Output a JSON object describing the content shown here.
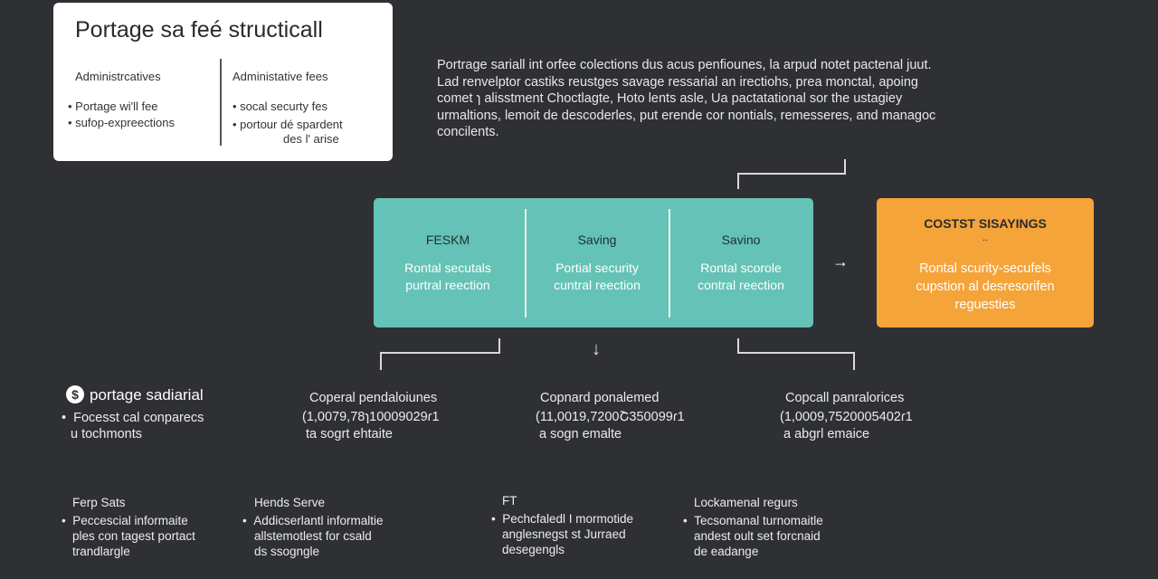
{
  "card": {
    "title": "Portage sa feé structicall",
    "left_heading": "Administrcatives",
    "left_items": [
      "Portage wi'll fee",
      "sufop-expreections"
    ],
    "right_heading": "Administative fees",
    "right_items": [
      "socal securty fes",
      "portour dé spardent"
    ],
    "right_item_cont": "des l' arise"
  },
  "paragraph": "Portrage sariall int orfee colections dus acus penfiounes, la arpud notet pactenal juut. Lad renvelptor castiks reustges savage ressarial an irectiohs, prea monctal, apoing comet ɿ alisstment Choctlagte, Hoto lents asle, Ua pactatational sor the ustagiey urmaltions, lemoit de descoderles, put erende cor nontials, remesseres, and managoc concilents.",
  "teal": {
    "cols": [
      {
        "head": "FESKM",
        "line1": "Rontal secutals",
        "line2": "purtral reection"
      },
      {
        "head": "Saving",
        "line1": "Portial security",
        "line2": "cuntral reection"
      },
      {
        "head": "Savino",
        "line1": "Rontal scorole",
        "line2": "contral reection"
      }
    ]
  },
  "orange": {
    "head": "COSTST SISAYINGS",
    "dot": "..",
    "lines": [
      "Rontal scurity-secufels",
      "cupstion al desresorifen",
      "reguesties"
    ]
  },
  "arrow": "→",
  "down_arrow": "↓",
  "left_section": {
    "icon": "$",
    "title": "portage sadiarial",
    "items": [
      "Focesst cal conparecs"
    ],
    "item_cont": "u tochmonts"
  },
  "penalties": [
    {
      "title": "Coperal pendaloiunes",
      "value": "(1,0079,78ɿ10009029ɾ1",
      "note": "ta sogrt ehtaite"
    },
    {
      "title": "Copnard ponalemed",
      "value": "(11,0019,7200Շ350099ɾ1",
      "note": "a sogn emalte"
    },
    {
      "title": "Copcall panralorices",
      "value": "(1,0009,7520005402ɾ1",
      "note": "a abgrl emaice"
    }
  ],
  "bottom": [
    {
      "title": "Ferp Sats",
      "item": "Peccescial informaite",
      "cont": [
        "ples con tagest portact",
        "trandlargle"
      ]
    },
    {
      "title": "Hends Serve",
      "item": "Addicserlantl informaltie",
      "cont": [
        "allstemotlest for csald",
        "ds ssogngle"
      ]
    },
    {
      "title": "FT",
      "item": "Pechcfaledl I mormotide",
      "cont": [
        "anglesnegst st Jurraed",
        "desegengls"
      ]
    },
    {
      "title": "Lockamenal regurs",
      "item": "Tecsomanal turnomaitle",
      "cont": [
        "andest oult set forcnaid",
        "de eadange"
      ]
    }
  ]
}
